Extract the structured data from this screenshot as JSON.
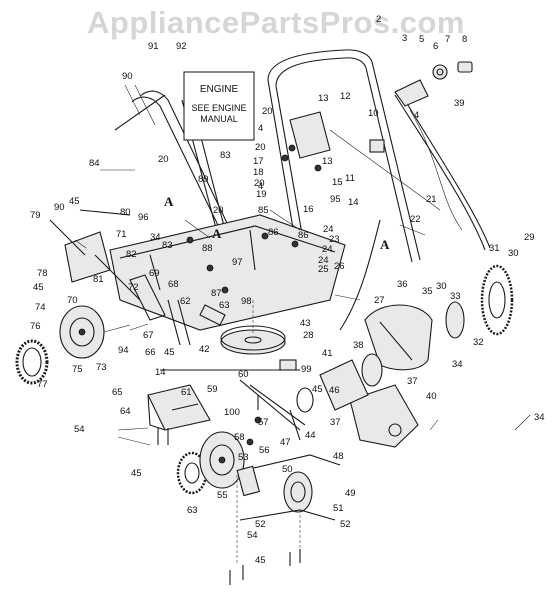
{
  "watermark": "AppliancePartsPros.com",
  "engine_box": {
    "title": "ENGINE",
    "line1": "SEE ENGINE",
    "line2": "MANUAL"
  },
  "reference_marks": [
    "A",
    "A",
    "A"
  ],
  "callouts": [
    {
      "id": "c2",
      "label": "2"
    },
    {
      "id": "c3",
      "label": "3"
    },
    {
      "id": "c5",
      "label": "5"
    },
    {
      "id": "c6",
      "label": "6"
    },
    {
      "id": "c7",
      "label": "7"
    },
    {
      "id": "c8",
      "label": "8"
    },
    {
      "id": "c39",
      "label": "39"
    },
    {
      "id": "c4a",
      "label": "4"
    },
    {
      "id": "c91",
      "label": "91"
    },
    {
      "id": "c92",
      "label": "92"
    },
    {
      "id": "c90a",
      "label": "90"
    },
    {
      "id": "c20a",
      "label": "20"
    },
    {
      "id": "c84",
      "label": "84"
    },
    {
      "id": "c13",
      "label": "13"
    },
    {
      "id": "c12",
      "label": "12"
    },
    {
      "id": "c20b",
      "label": "20"
    },
    {
      "id": "c10",
      "label": "10"
    },
    {
      "id": "c4b",
      "label": "4"
    },
    {
      "id": "c17",
      "label": "17"
    },
    {
      "id": "c20c",
      "label": "20"
    },
    {
      "id": "c13b",
      "label": "13"
    },
    {
      "id": "c83",
      "label": "83"
    },
    {
      "id": "c18",
      "label": "18"
    },
    {
      "id": "c20d",
      "label": "20"
    },
    {
      "id": "c19",
      "label": "19"
    },
    {
      "id": "c15",
      "label": "15"
    },
    {
      "id": "c11",
      "label": "11"
    },
    {
      "id": "c89",
      "label": "89"
    },
    {
      "id": "c4c",
      "label": "4"
    },
    {
      "id": "c95",
      "label": "95"
    },
    {
      "id": "c14",
      "label": "14"
    },
    {
      "id": "c21",
      "label": "21"
    },
    {
      "id": "c16",
      "label": "16"
    },
    {
      "id": "c45a",
      "label": "45"
    },
    {
      "id": "c20e",
      "label": "20"
    },
    {
      "id": "c85",
      "label": "85"
    },
    {
      "id": "c90b",
      "label": "90"
    },
    {
      "id": "c80",
      "label": "80"
    },
    {
      "id": "c79",
      "label": "79"
    },
    {
      "id": "c96",
      "label": "96"
    },
    {
      "id": "c22",
      "label": "22"
    },
    {
      "id": "c86",
      "label": "86"
    },
    {
      "id": "c24a",
      "label": "24"
    },
    {
      "id": "c23",
      "label": "23"
    },
    {
      "id": "c71",
      "label": "71"
    },
    {
      "id": "c34a",
      "label": "34"
    },
    {
      "id": "c88",
      "label": "88"
    },
    {
      "id": "c86b",
      "label": "86"
    },
    {
      "id": "c24b",
      "label": "24"
    },
    {
      "id": "c31",
      "label": "31"
    },
    {
      "id": "c29",
      "label": "29"
    },
    {
      "id": "c82",
      "label": "82"
    },
    {
      "id": "c83b",
      "label": "83"
    },
    {
      "id": "c97",
      "label": "97"
    },
    {
      "id": "c25",
      "label": "25"
    },
    {
      "id": "c26",
      "label": "26"
    },
    {
      "id": "c24c",
      "label": "24"
    },
    {
      "id": "c78",
      "label": "78"
    },
    {
      "id": "c81",
      "label": "81"
    },
    {
      "id": "c69",
      "label": "69"
    },
    {
      "id": "c30a",
      "label": "30"
    },
    {
      "id": "c30b",
      "label": "30"
    },
    {
      "id": "c45b",
      "label": "45"
    },
    {
      "id": "c72",
      "label": "72"
    },
    {
      "id": "c68",
      "label": "68"
    },
    {
      "id": "c87",
      "label": "87"
    },
    {
      "id": "c36",
      "label": "36"
    },
    {
      "id": "c35",
      "label": "35"
    },
    {
      "id": "c33",
      "label": "33"
    },
    {
      "id": "c70",
      "label": "70"
    },
    {
      "id": "c62",
      "label": "62"
    },
    {
      "id": "c43",
      "label": "43"
    },
    {
      "id": "c27",
      "label": "27"
    },
    {
      "id": "c74",
      "label": "74"
    },
    {
      "id": "c63a",
      "label": "63"
    },
    {
      "id": "c28",
      "label": "28"
    },
    {
      "id": "c67",
      "label": "67"
    },
    {
      "id": "c98",
      "label": "98"
    },
    {
      "id": "c32",
      "label": "32"
    },
    {
      "id": "c76",
      "label": "76"
    },
    {
      "id": "c94",
      "label": "94"
    },
    {
      "id": "c66",
      "label": "66"
    },
    {
      "id": "c45c",
      "label": "45"
    },
    {
      "id": "c42",
      "label": "42"
    },
    {
      "id": "c34b",
      "label": "34"
    },
    {
      "id": "c38",
      "label": "38"
    },
    {
      "id": "c41",
      "label": "41"
    },
    {
      "id": "c73",
      "label": "73"
    },
    {
      "id": "c75",
      "label": "75"
    },
    {
      "id": "c14b",
      "label": "14"
    },
    {
      "id": "c60",
      "label": "60"
    },
    {
      "id": "c99",
      "label": "99"
    },
    {
      "id": "c37a",
      "label": "37"
    },
    {
      "id": "c77",
      "label": "77"
    },
    {
      "id": "c65",
      "label": "65"
    },
    {
      "id": "c61",
      "label": "61"
    },
    {
      "id": "c59",
      "label": "59"
    },
    {
      "id": "c45d",
      "label": "45"
    },
    {
      "id": "c46",
      "label": "46"
    },
    {
      "id": "c40",
      "label": "40"
    },
    {
      "id": "c100",
      "label": "100"
    },
    {
      "id": "c37b",
      "label": "37"
    },
    {
      "id": "c64",
      "label": "64"
    },
    {
      "id": "c57",
      "label": "57"
    },
    {
      "id": "c54a",
      "label": "54"
    },
    {
      "id": "c58",
      "label": "58"
    },
    {
      "id": "c44",
      "label": "44"
    },
    {
      "id": "c47",
      "label": "47"
    },
    {
      "id": "c34c",
      "label": "34"
    },
    {
      "id": "c56",
      "label": "56"
    },
    {
      "id": "c48",
      "label": "48"
    },
    {
      "id": "c45e",
      "label": "45"
    },
    {
      "id": "c53",
      "label": "53"
    },
    {
      "id": "c50",
      "label": "50"
    },
    {
      "id": "c63b",
      "label": "63"
    },
    {
      "id": "c55",
      "label": "55"
    },
    {
      "id": "c49",
      "label": "49"
    },
    {
      "id": "c51",
      "label": "51"
    },
    {
      "id": "c52a",
      "label": "52"
    },
    {
      "id": "c52b",
      "label": "52"
    },
    {
      "id": "c54b",
      "label": "54"
    },
    {
      "id": "c45f",
      "label": "45"
    }
  ]
}
